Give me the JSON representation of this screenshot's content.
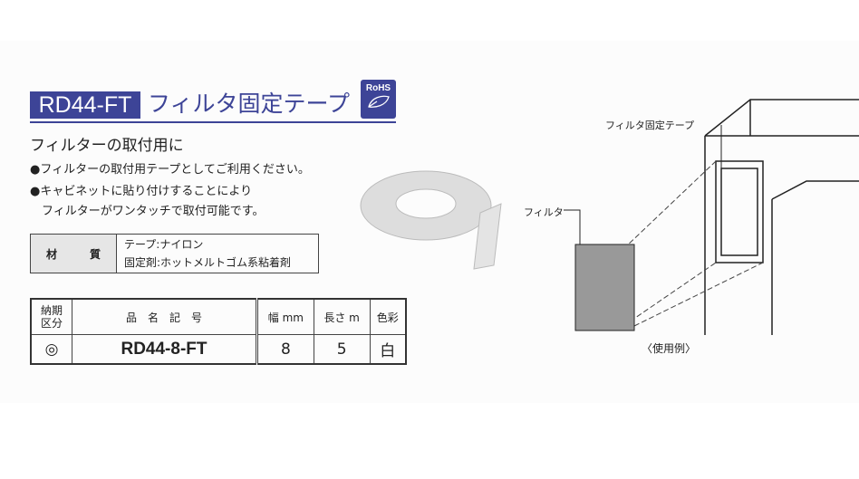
{
  "title": {
    "code": "RD44-FT",
    "name": "フィルタ固定テープ",
    "badge": "RoHS"
  },
  "subtitle": "フィルターの取付用に",
  "bullets": [
    "●フィルターの取付用テープとしてご利用ください。",
    "●キャビネットに貼り付けすることにより",
    "　フィルターがワンタッチで取付可能です。"
  ],
  "material": {
    "label": "材　　　質",
    "lines": [
      "テープ:ナイロン",
      "固定剤:ホットメルトゴム系粘着剤"
    ]
  },
  "product_table": {
    "headers": [
      "納期\n区分",
      "品　名　記　号",
      "幅 mm",
      "長さ m",
      "色彩"
    ],
    "rows": [
      [
        "◎",
        "RD44-8-FT",
        "8",
        "5",
        "白"
      ]
    ]
  },
  "diagram": {
    "labels": {
      "tape": "フィルタ固定テープ",
      "filter": "フィルタ",
      "caption": "〈使用例〉"
    }
  }
}
